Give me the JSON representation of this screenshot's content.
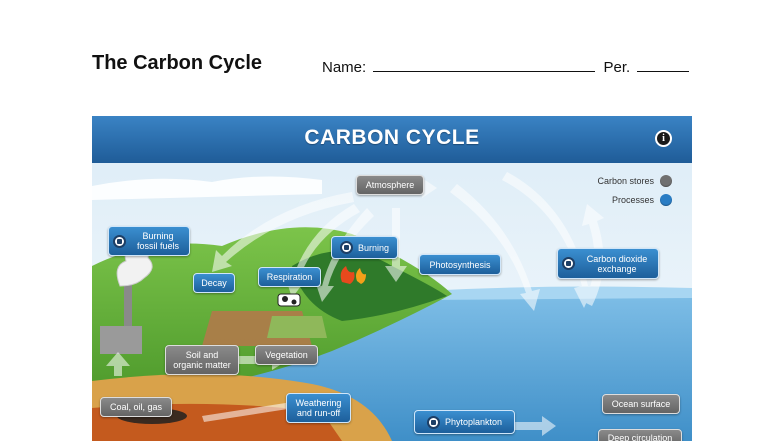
{
  "worksheet": {
    "title": "The Carbon Cycle",
    "name_label": "Name:",
    "period_label": "Per."
  },
  "diagram": {
    "header_title": "CARBON CYCLE",
    "info_glyph": "i",
    "legend": [
      {
        "label": "Carbon stores",
        "color": "#707070"
      },
      {
        "label": "Processes",
        "color": "#2a7dc4"
      }
    ],
    "carbon_stores": {
      "atmosphere": "Atmosphere",
      "soil": "Soil and organic matter",
      "vegetation": "Vegetation",
      "fossil": "Coal, oil, gas",
      "ocean_surface": "Ocean surface",
      "deep_circulation": "Deep circulation"
    },
    "processes": {
      "burning_fossil": "Burning fossil fuels",
      "decay": "Decay",
      "respiration": "Respiration",
      "burning": "Burning",
      "photosynthesis": "Photosynthesis",
      "co2_exchange": "Carbon dioxide exchange",
      "weathering": "Weathering and run-off",
      "phytoplankton": "Phytoplankton"
    },
    "colors": {
      "header": "#2a6fb2",
      "sky": "#eaf4fb",
      "ocean": "#6fb3e0",
      "land": "#6cb33f",
      "store": "#707070",
      "process": "#2a7dc4"
    }
  }
}
